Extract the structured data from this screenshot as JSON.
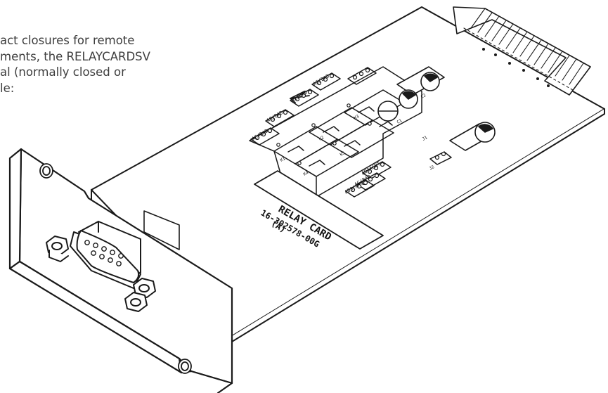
{
  "intro": {
    "lines": [
      "act closures for remote",
      "ments, the RELAYCARDSV",
      "al (normally closed or",
      "le:"
    ]
  },
  "card": {
    "label_line1": "RELAY CARD",
    "label_line2": "16-302578-00G",
    "label_line3": "(A)",
    "relay_tags": [
      "AC/BAD",
      "AC/BAD",
      "AC/BAD",
      "AC/BAD",
      "ADJACNT",
      "AC/BAD",
      "ADJ/ARC"
    ],
    "silk_small": [
      "K1",
      "K2",
      "K3",
      "K4",
      "K5",
      "C1",
      "C2",
      "J1",
      "J2"
    ]
  }
}
